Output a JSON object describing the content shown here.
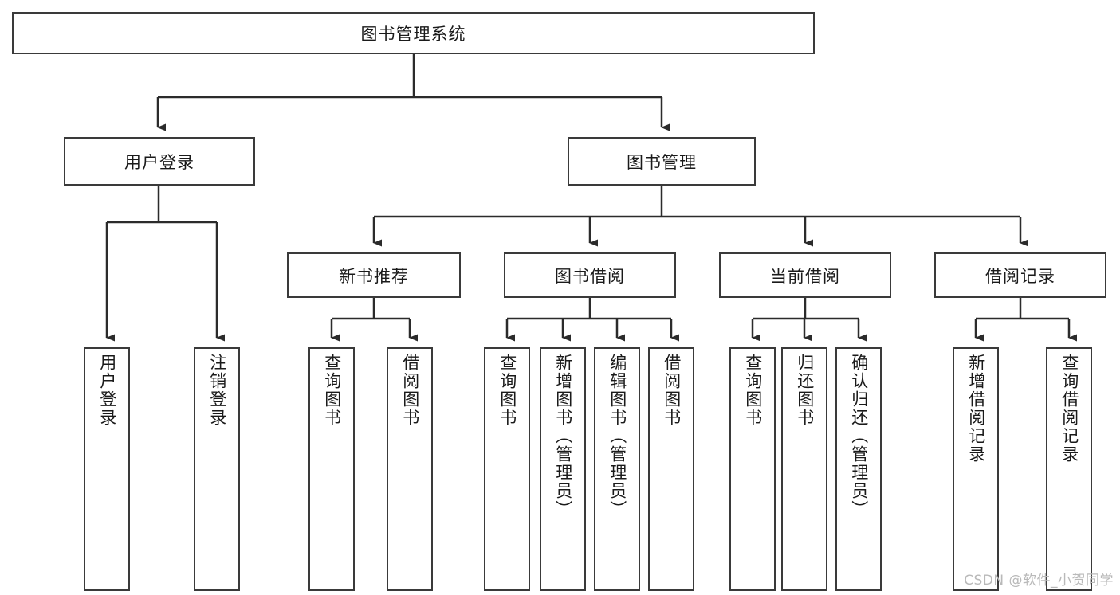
{
  "diagram": {
    "title": "图书管理系统",
    "type": "hierarchy-tree",
    "watermark": "CSDN @软件_小贺同学",
    "colors": {
      "box_border": "#3a3a3a",
      "box_fill": "#ffffff",
      "line": "#2b2b2b",
      "text": "#1a1a1a",
      "watermark": "#b9b9b9",
      "background": "#ffffff"
    },
    "nodes": {
      "root": {
        "label": "图书管理系统"
      },
      "level2": [
        {
          "id": "user-login",
          "label": "用户登录"
        },
        {
          "id": "book-management",
          "label": "图书管理"
        }
      ],
      "level3": [
        {
          "id": "new-book-recommend",
          "label": "新书推荐"
        },
        {
          "id": "book-borrow",
          "label": "图书借阅"
        },
        {
          "id": "current-borrow",
          "label": "当前借阅"
        },
        {
          "id": "borrow-record",
          "label": "借阅记录"
        }
      ],
      "leaves": {
        "user_login": [
          {
            "id": "leaf-user-login",
            "label": "用户登录"
          },
          {
            "id": "leaf-logout-login",
            "label": "注销登录"
          }
        ],
        "new_book_recommend": [
          {
            "id": "leaf-query-book-1",
            "label": "查询图书"
          },
          {
            "id": "leaf-borrow-book-1",
            "label": "借阅图书"
          }
        ],
        "book_borrow": [
          {
            "id": "leaf-query-book-2",
            "label": "查询图书"
          },
          {
            "id": "leaf-add-book",
            "label": "新增图书（管理员）"
          },
          {
            "id": "leaf-edit-book",
            "label": "编辑图书（管理员）"
          },
          {
            "id": "leaf-borrow-book-2",
            "label": "借阅图书"
          }
        ],
        "current_borrow": [
          {
            "id": "leaf-query-book-3",
            "label": "查询图书"
          },
          {
            "id": "leaf-return-book",
            "label": "归还图书"
          },
          {
            "id": "leaf-confirm-return",
            "label": "确认归还（管理员）"
          }
        ],
        "borrow_record": [
          {
            "id": "leaf-add-record",
            "label": "新增借阅记录"
          },
          {
            "id": "leaf-query-record",
            "label": "查询借阅记录"
          }
        ]
      }
    }
  }
}
